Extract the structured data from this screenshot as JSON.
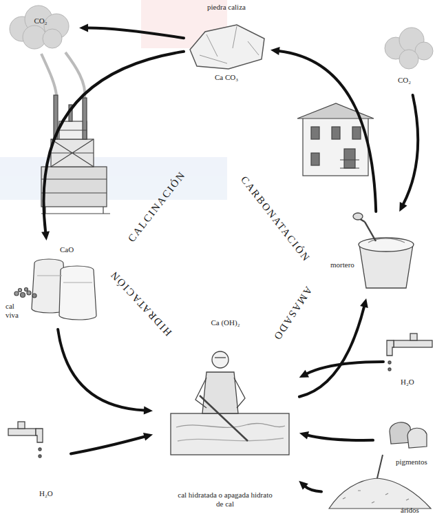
{
  "diagram": {
    "nodes": [
      {
        "text": [
          "piedra caliza",
          "Ca CO₃"
        ]
      },
      {
        "text": [
          "CO₂"
        ]
      },
      {
        "text": [
          "CO₂"
        ]
      },
      {
        "text": [
          "CaO",
          "cal viva"
        ]
      },
      {
        "text": [
          "mortero"
        ]
      },
      {
        "text": [
          "Ca (OH)₂",
          "cal hidratada o apagada hidrato de cal"
        ]
      },
      {
        "text": [
          "H₂O"
        ]
      },
      {
        "text": [
          "H₂O"
        ]
      },
      {
        "text": [
          "pigmentos"
        ]
      },
      {
        "text": [
          "áridos"
        ]
      }
    ],
    "edges": [
      {
        "from": 0,
        "to": 3,
        "arrow": "to"
      },
      {
        "from": 0,
        "to": 1,
        "arrow": "to"
      },
      {
        "from": 3,
        "to": 5,
        "arrow": "to"
      },
      {
        "from": 6,
        "to": 5,
        "arrow": "to"
      },
      {
        "from": 5,
        "to": 4,
        "arrow": "to"
      },
      {
        "from": 7,
        "to": 5,
        "arrow": "to"
      },
      {
        "from": 8,
        "to": 5,
        "arrow": "to"
      },
      {
        "from": 9,
        "to": 5,
        "arrow": "to"
      },
      {
        "from": 4,
        "to": 0,
        "arrow": "to"
      },
      {
        "from": 2,
        "to": 4,
        "arrow": "to"
      }
    ],
    "labels": [
      "CALCINACIÓN",
      "CARBONATACIÓN",
      "HIDRATACIÓN",
      "AMASADO"
    ]
  }
}
